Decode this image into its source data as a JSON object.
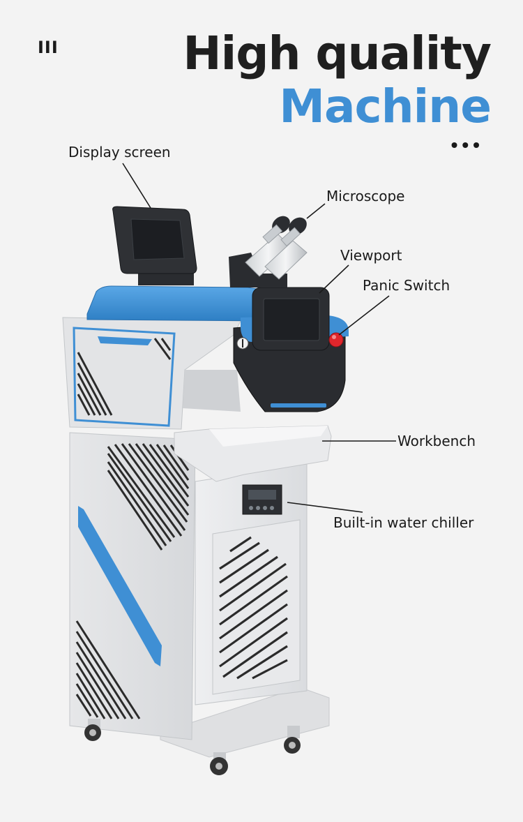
{
  "header": {
    "menu_glyph": "III",
    "title_line1": "High quality",
    "title_line2": "Machine",
    "more_glyph": "•••"
  },
  "labels": {
    "display_screen": "Display screen",
    "microscope": "Microscope",
    "viewport": "Viewport",
    "panic_switch": "Panic Switch",
    "workbench": "Workbench",
    "water_chiller": "Built-in water chiller"
  },
  "colors": {
    "accent_blue": "#3f8fd4",
    "title_dark": "#1f1f1f",
    "background": "#f3f3f3",
    "panic_red": "#e0262c"
  }
}
